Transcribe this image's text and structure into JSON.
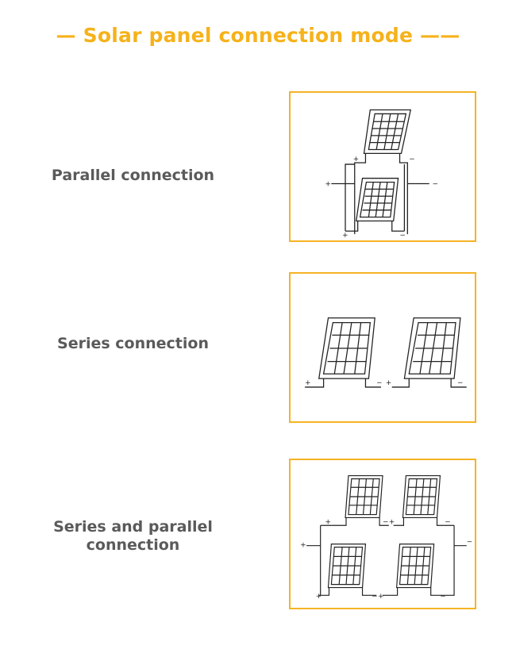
{
  "title": "— Solar panel connection mode ——",
  "rows": [
    {
      "label_lines": [
        "Parallel connection"
      ],
      "plus": "+",
      "minus": "−"
    },
    {
      "label_lines": [
        "Series connection"
      ],
      "plus": "+",
      "minus": "−"
    },
    {
      "label_lines": [
        "Series and parallel",
        "connection"
      ],
      "plus": "+",
      "minus": "−"
    }
  ],
  "colors": {
    "accent": "#f6b21b",
    "label": "#5a5a5a",
    "line": "#222222"
  }
}
